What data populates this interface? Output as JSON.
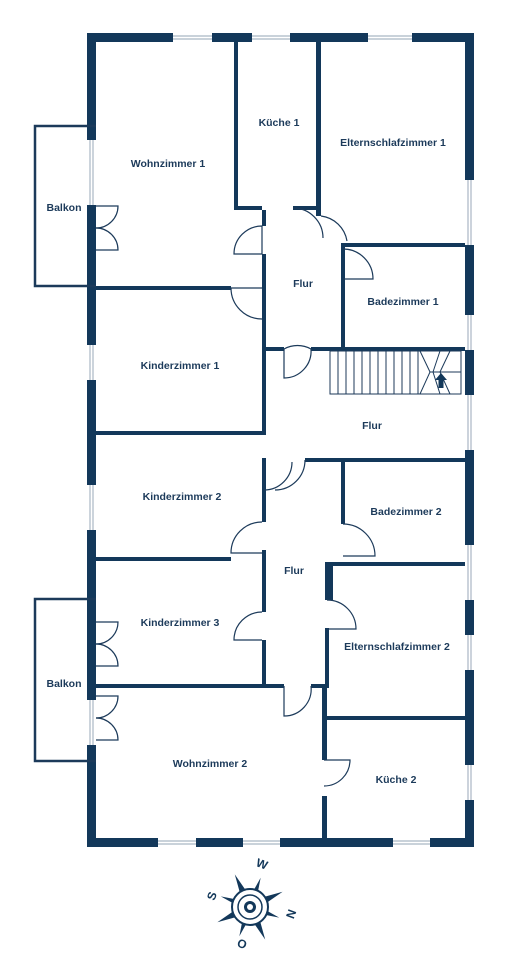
{
  "plan": {
    "wall_color": "#13385a",
    "line_color": "#1c3a5a",
    "window_color": "#a9b6c4",
    "rooms": {
      "kueche1": "Küche 1",
      "elternschlafzimmer1": "Elternschlafzimmer 1",
      "wohnzimmer1": "Wohnzimmer 1",
      "balkon1": "Balkon",
      "flur1": "Flur",
      "badezimmer1": "Badezimmer 1",
      "kinderzimmer1": "Kinderzimmer 1",
      "flur2": "Flur",
      "kinderzimmer2": "Kinderzimmer 2",
      "badezimmer2": "Badezimmer 2",
      "flur3": "Flur",
      "kinderzimmer3": "Kinderzimmer 3",
      "elternschlafzimmer2": "Elternschlafzimmer 2",
      "balkon2": "Balkon",
      "wohnzimmer2": "Wohnzimmer 2",
      "kueche2": "Küche 2"
    }
  },
  "compass": {
    "icon": "compass-rose-icon",
    "letters": {
      "s": "S",
      "w": "W",
      "o": "O",
      "n": "N"
    }
  }
}
